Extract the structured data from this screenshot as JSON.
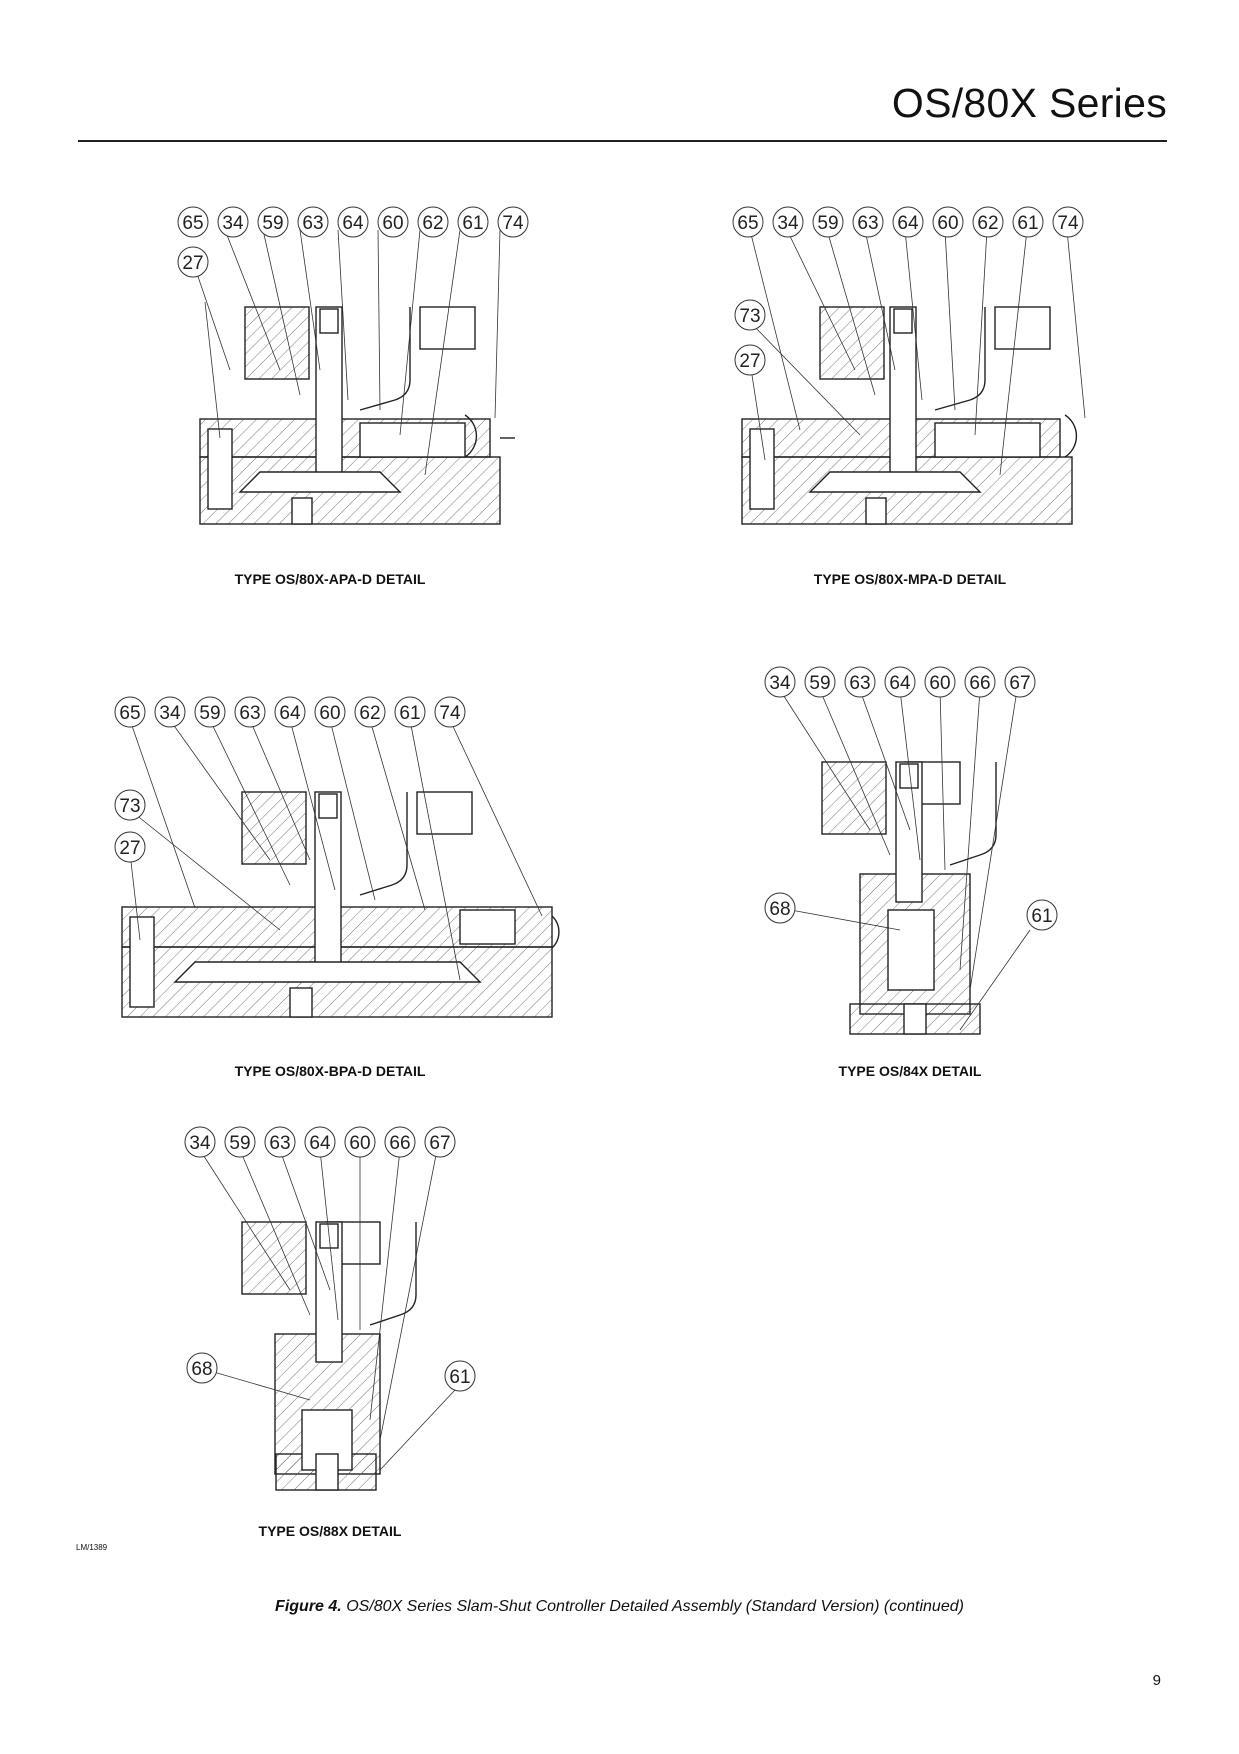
{
  "header": {
    "title": "OS/80X Series"
  },
  "figures": {
    "apa": {
      "caption": "TYPE OS/80X-APA-D DETAIL",
      "callouts_top": [
        "65",
        "34",
        "59",
        "63",
        "64",
        "60",
        "62",
        "61",
        "74"
      ],
      "callouts_side": [
        "27"
      ]
    },
    "mpa": {
      "caption": "TYPE OS/80X-MPA-D DETAIL",
      "callouts_top": [
        "65",
        "34",
        "59",
        "63",
        "64",
        "60",
        "62",
        "61",
        "74"
      ],
      "callouts_side": [
        "73",
        "27"
      ]
    },
    "bpa": {
      "caption": "TYPE OS/80X-BPA-D DETAIL",
      "callouts_top": [
        "65",
        "34",
        "59",
        "63",
        "64",
        "60",
        "62",
        "61",
        "74"
      ],
      "callouts_side": [
        "73",
        "27"
      ]
    },
    "os84": {
      "caption": "TYPE OS/84X DETAIL",
      "callouts_top": [
        "34",
        "59",
        "63",
        "64",
        "60",
        "66",
        "67"
      ],
      "callouts_left": [
        "68"
      ],
      "callouts_right": [
        "61"
      ]
    },
    "os88": {
      "caption": "TYPE OS/88X DETAIL",
      "callouts_top": [
        "34",
        "59",
        "63",
        "64",
        "60",
        "66",
        "67"
      ],
      "callouts_left": [
        "68"
      ],
      "callouts_right": [
        "61"
      ]
    }
  },
  "drawing_ref": "LM/1389",
  "figure_caption": {
    "label": "Figure 4.",
    "text": "OS/80X Series Slam-Shut Controller Detailed Assembly (Standard Version) (continued)"
  },
  "page_number": "9"
}
